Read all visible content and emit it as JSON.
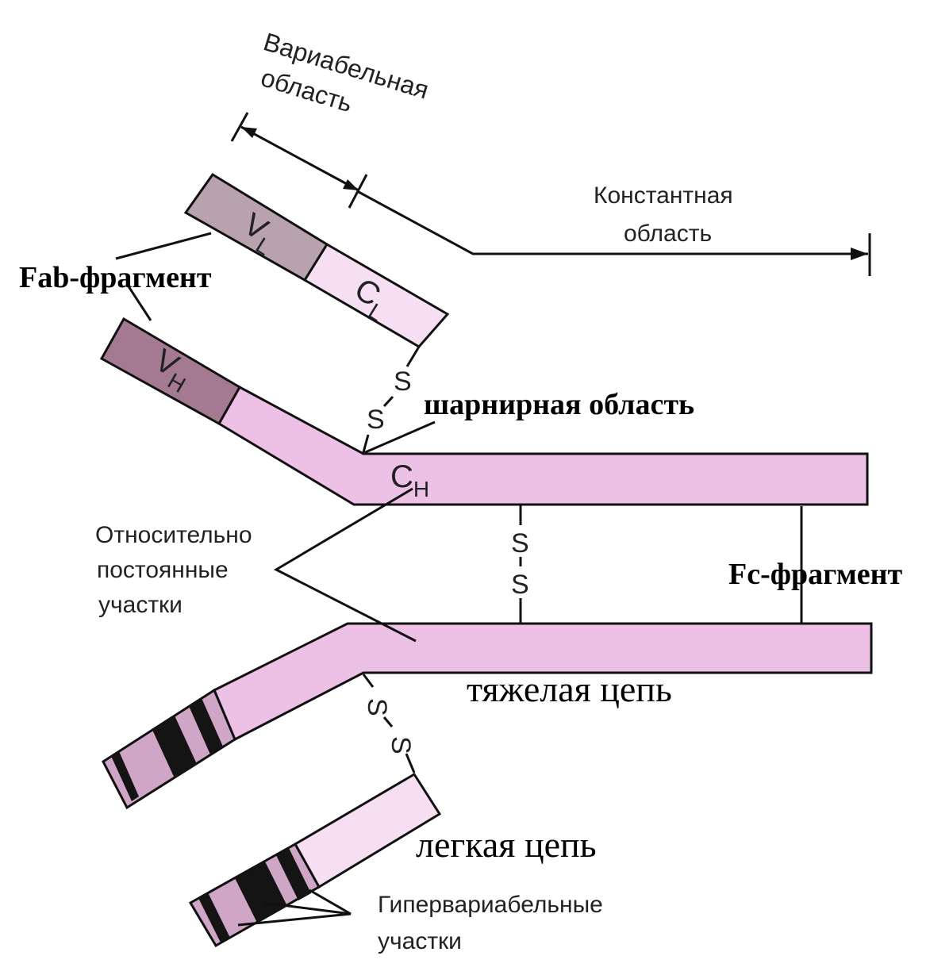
{
  "labels": {
    "variable_region": [
      "Вариабельная",
      "область"
    ],
    "constant_region": [
      "Константная",
      "область"
    ],
    "fab_fragment": "Fab-фрагмент",
    "hinge_region": "шарнирная область",
    "relatively_constant": [
      "Относительно",
      "постоянные",
      "участки"
    ],
    "fc_fragment": "Fc-фрагмент",
    "heavy_chain": "тяжелая цепь",
    "light_chain": "легкая цепь",
    "hypervariable": [
      "Гипервариабельные",
      "участки"
    ]
  },
  "domains": {
    "vl": {
      "main": "V",
      "sub": "L"
    },
    "cl": {
      "main": "C",
      "sub": "L"
    },
    "vh": {
      "main": "V",
      "sub": "H"
    },
    "ch": {
      "main": "C",
      "sub": "H"
    }
  },
  "disulfide": "S",
  "colors": {
    "heavy_chain_fill": "#edc0e6",
    "light_chain_fill": "#f6dff2",
    "variable_light_fill": "#b8a2ad",
    "variable_heavy_fill": "#a47a92",
    "hypervariable_band": "#141414",
    "outline": "#111111"
  }
}
